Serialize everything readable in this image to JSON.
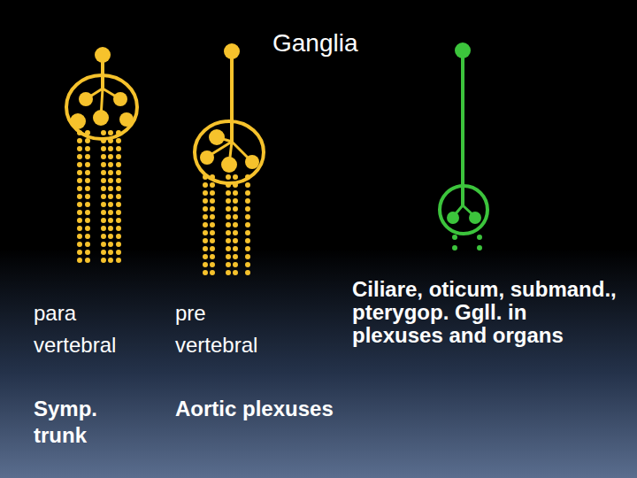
{
  "diagram": {
    "title": "Ganglia",
    "labels": [
      "para vertebral",
      "pre vertebral",
      "Ciliare, oticum, submand., pterygop. Ggll. in plexuses and organs",
      "Symp. trunk",
      "Aortic plexuses"
    ]
  }
}
